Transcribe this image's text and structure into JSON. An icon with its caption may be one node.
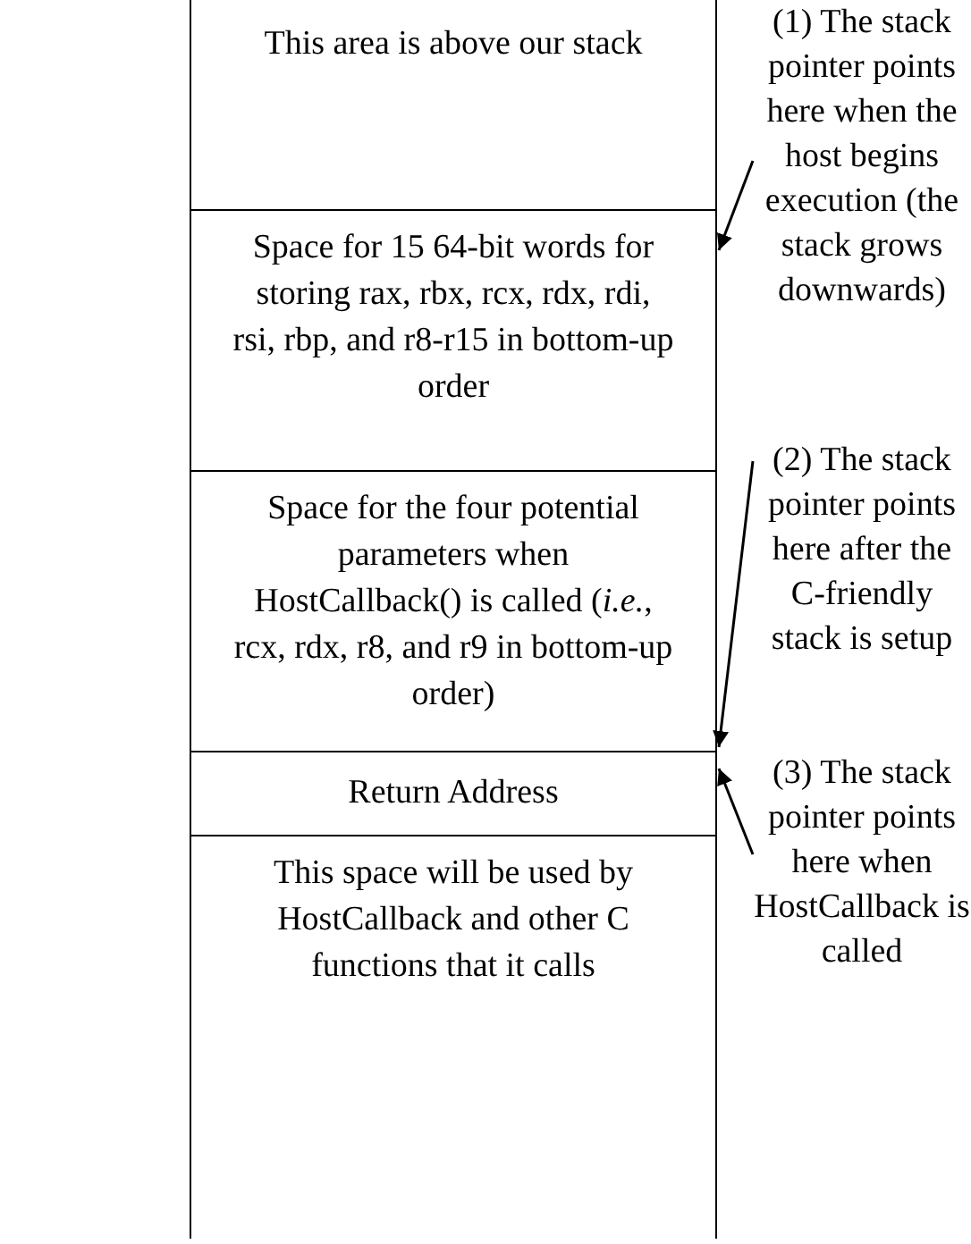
{
  "diagram": {
    "nodes": [
      {
        "text": [
          "This area is above our stack"
        ]
      },
      {
        "text": [
          "Space for 15 64-bit words for storing rax, rbx, rcx, rdx, rdi, rsi, rbp, and r8-r15 in bottom-up order"
        ]
      },
      {
        "text": [
          "Space for the four potential parameters when HostCallback() is called (*i.e.*, rcx, rdx, r8, and r9 in bottom-up order)"
        ]
      },
      {
        "text": [
          "Return Address"
        ]
      },
      {
        "text": [
          "This space will be used by HostCallback and other C functions that it calls"
        ]
      },
      {
        "text": [
          "(1) The stack pointer points here when the host begins execution (the stack grows downwards)"
        ]
      },
      {
        "text": [
          "(2) The stack pointer points here after the C-friendly stack is setup"
        ]
      },
      {
        "text": [
          "(3) The stack pointer points here when HostCallback is called"
        ]
      }
    ],
    "edges": [
      {
        "from": 5,
        "to": 1,
        "arrow": "to"
      },
      {
        "from": 6,
        "to": 2,
        "arrow": "to"
      },
      {
        "from": 7,
        "to": 3,
        "arrow": "to"
      }
    ]
  }
}
